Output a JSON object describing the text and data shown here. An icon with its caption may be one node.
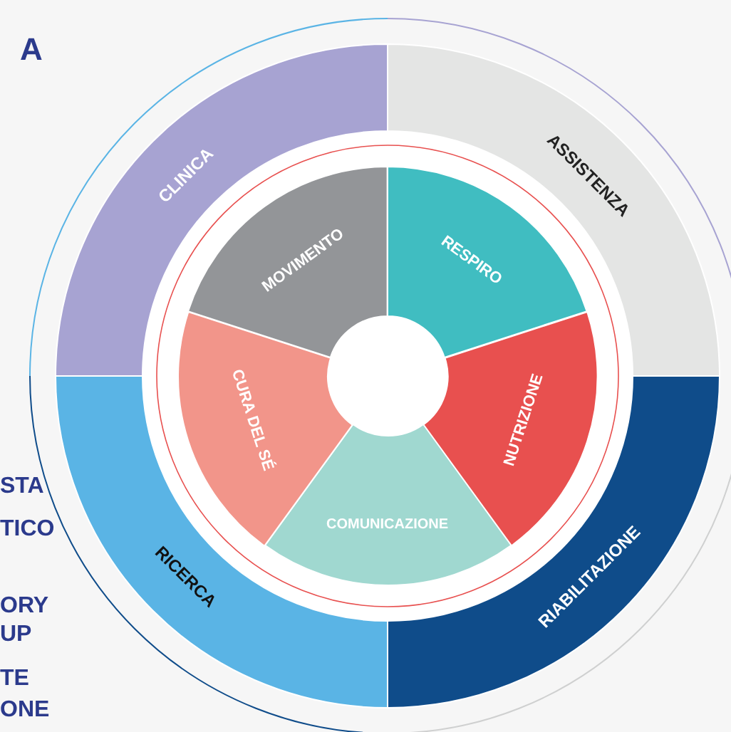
{
  "diagram": {
    "nodes": [
      {
        "text": [
          "CLINICA"
        ]
      },
      {
        "text": [
          "ASSISTENZA"
        ]
      },
      {
        "text": [
          "RIABILITAZIONE"
        ]
      },
      {
        "text": [
          "RICERCA"
        ]
      },
      {
        "text": [
          "RESPIRO"
        ]
      },
      {
        "text": [
          "NUTRIZIONE"
        ]
      },
      {
        "text": [
          "COMUNICAZIONE"
        ]
      },
      {
        "text": [
          "CURA DEL SÉ"
        ]
      },
      {
        "text": [
          "MOVIMENTO"
        ]
      }
    ],
    "labels": [
      "A",
      "STA",
      "TICO",
      "ORY",
      "UP",
      "TE",
      "ONE"
    ]
  }
}
